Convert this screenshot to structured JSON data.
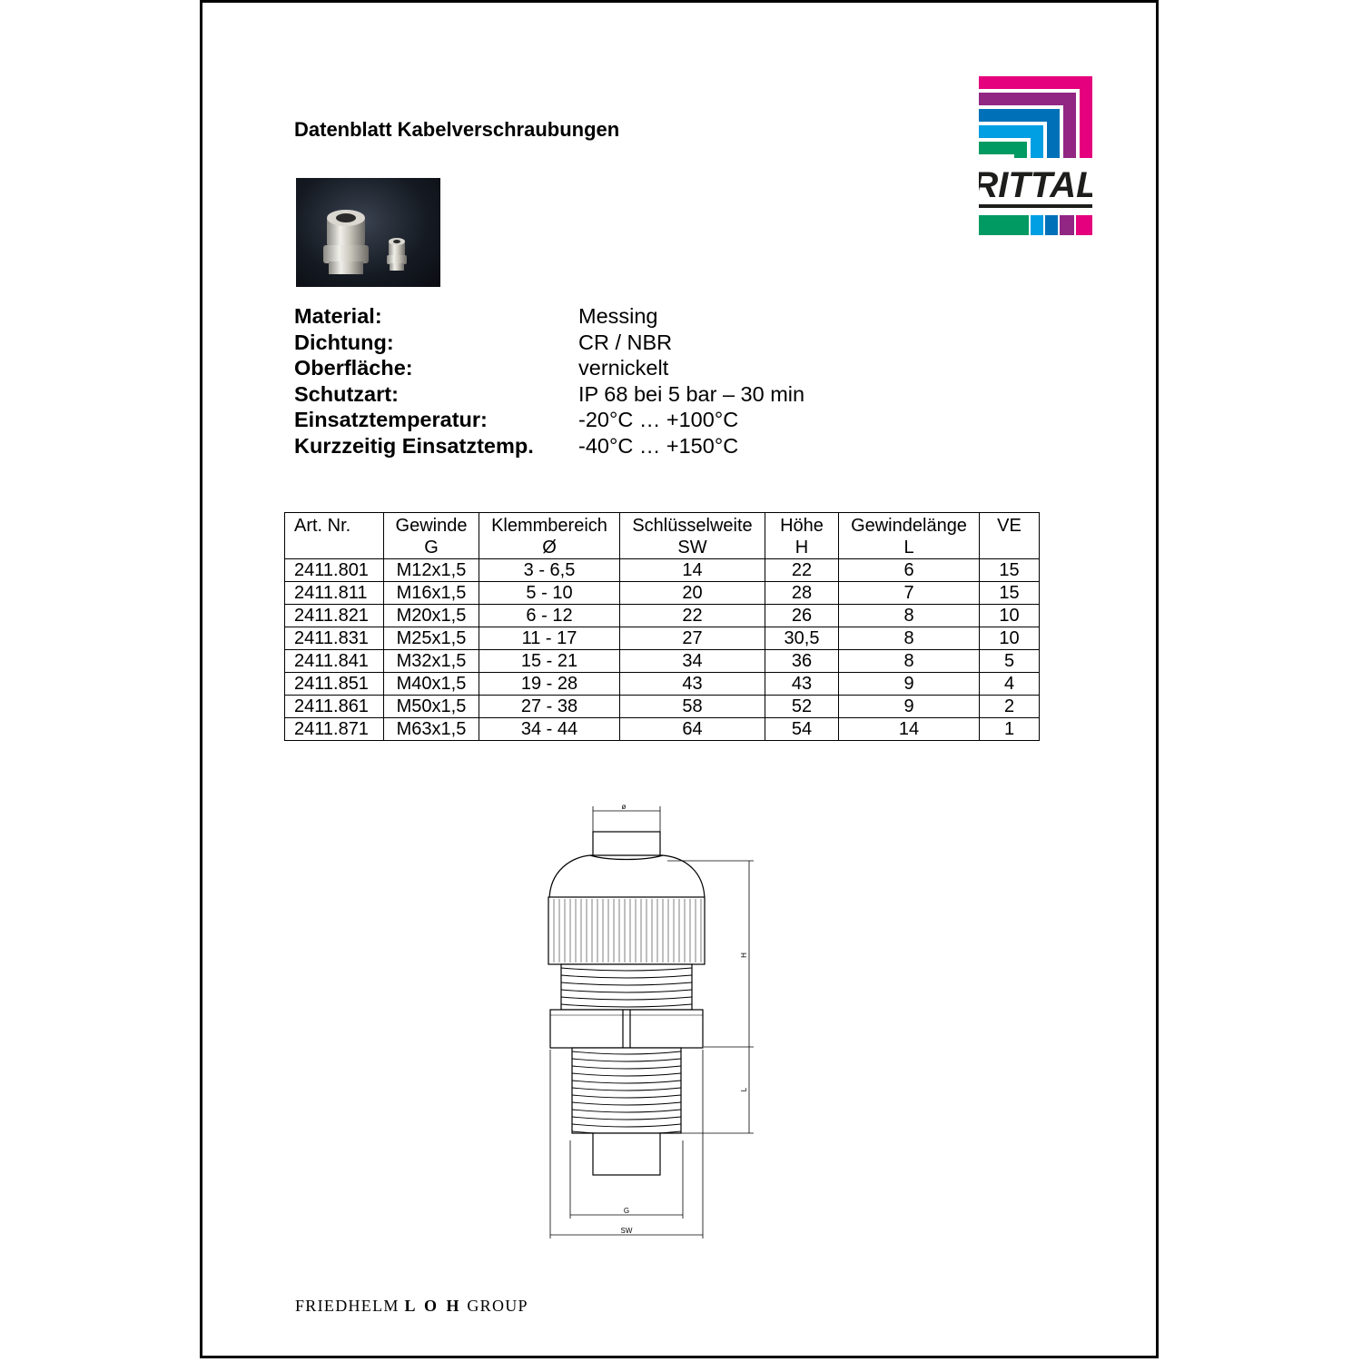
{
  "title": "Datenblatt Kabelverschraubungen",
  "logo": {
    "text": "RITTAL",
    "colors": [
      "#e5007d",
      "#912683",
      "#0071b8",
      "#009fe3",
      "#009a62",
      "#1d1d1b"
    ]
  },
  "properties": [
    {
      "label": "Material:",
      "value": "Messing"
    },
    {
      "label": "Dichtung:",
      "value": "CR / NBR"
    },
    {
      "label": "Oberfläche:",
      "value": "vernickelt"
    },
    {
      "label": "Schutzart:",
      "value": "IP 68 bei 5 bar – 30 min"
    },
    {
      "label": "Einsatztemperatur:",
      "value": "-20°C … +100°C"
    },
    {
      "label": "Kurzzeitig Einsatztemp.",
      "value": "-40°C … +150°C"
    }
  ],
  "table": {
    "headers": [
      {
        "line1": "Art. Nr.",
        "line2": ""
      },
      {
        "line1": "Gewinde",
        "line2": "G"
      },
      {
        "line1": "Klemmbereich",
        "line2": "Ø"
      },
      {
        "line1": "Schlüsselweite",
        "line2": "SW"
      },
      {
        "line1": "Höhe",
        "line2": "H"
      },
      {
        "line1": "Gewindelänge",
        "line2": "L"
      },
      {
        "line1": "VE",
        "line2": ""
      }
    ],
    "rows": [
      [
        "2411.801",
        "M12x1,5",
        "3 - 6,5",
        "14",
        "22",
        "6",
        "15"
      ],
      [
        "2411.811",
        "M16x1,5",
        "5 - 10",
        "20",
        "28",
        "7",
        "15"
      ],
      [
        "2411.821",
        "M20x1,5",
        "6 - 12",
        "22",
        "26",
        "8",
        "10"
      ],
      [
        "2411.831",
        "M25x1,5",
        "11 - 17",
        "27",
        "30,5",
        "8",
        "10"
      ],
      [
        "2411.841",
        "M32x1,5",
        "15 - 21",
        "34",
        "36",
        "8",
        "5"
      ],
      [
        "2411.851",
        "M40x1,5",
        "19 - 28",
        "43",
        "43",
        "9",
        "4"
      ],
      [
        "2411.861",
        "M50x1,5",
        "27 - 38",
        "58",
        "52",
        "9",
        "2"
      ],
      [
        "2411.871",
        "M63x1,5",
        "34 - 44",
        "64",
        "54",
        "14",
        "1"
      ]
    ]
  },
  "drawing": {
    "labels": {
      "diameter": "ø",
      "height": "H",
      "length": "L",
      "thread": "G",
      "wrench": "SW"
    }
  },
  "footer": {
    "part1": "FRIEDHELM",
    "part2": "L O H",
    "part3": "GROUP"
  }
}
